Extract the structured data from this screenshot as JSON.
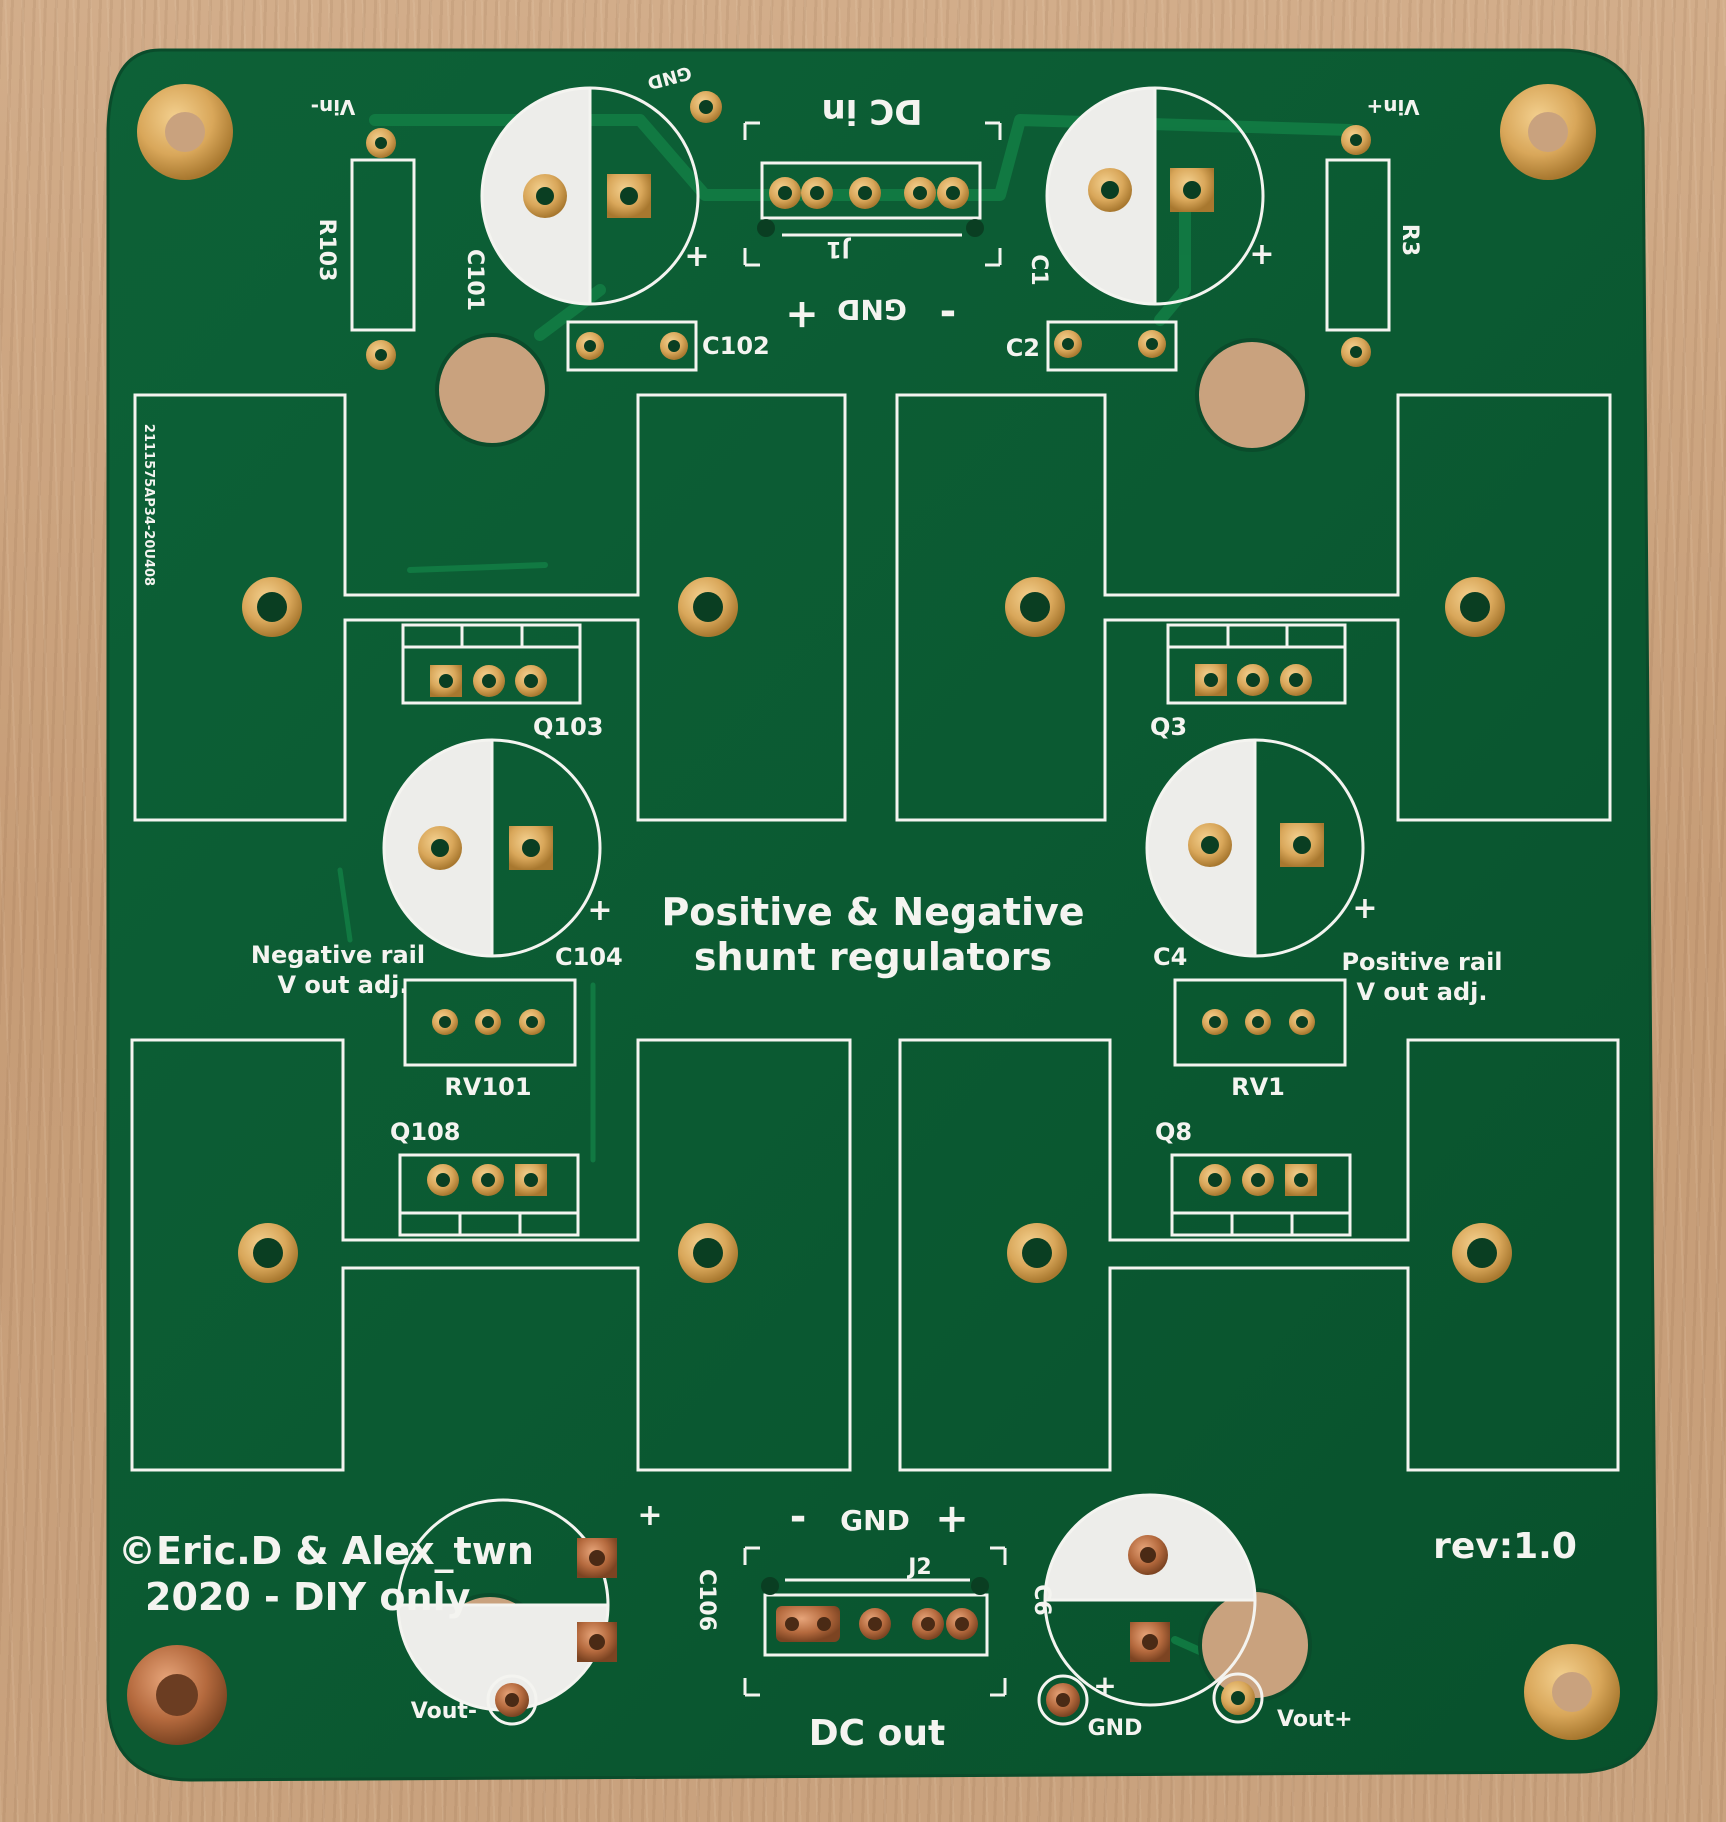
{
  "colors": {
    "board": "#0b5a32",
    "board_dark": "#074728",
    "trace": "#117a42",
    "silk": "#f4f4f0",
    "pad_gold": "#d9a75a",
    "pad_copper": "#b56a3e",
    "hole": "#c9a27e"
  },
  "board": {
    "title_line1": "Positive & Negative",
    "title_line2": "shunt regulators",
    "copyright_line1": "©Eric.D & Alex_twn",
    "copyright_line2": "2020 - DIY only",
    "revision": "rev:1.0",
    "order_code": "2111575AP34-20U408"
  },
  "top_connector": {
    "title": "DC in",
    "ref": "J1",
    "minus": "-",
    "gnd": "GND",
    "plus": "+",
    "gnd_pad_label": "GND"
  },
  "bottom_connector": {
    "title": "DC out",
    "ref": "J2",
    "minus": "-",
    "gnd": "GND",
    "plus": "+",
    "gnd_pad_label": "GND"
  },
  "labels": {
    "vin_minus": "Vin-",
    "vin_plus": "Vin+",
    "vout_minus": "Vout-",
    "vout_plus": "Vout+",
    "neg_adj_line1": "Negative rail",
    "neg_adj_line2": "V out adj.",
    "pos_adj_line1": "Positive rail",
    "pos_adj_line2": "V out adj."
  },
  "components": {
    "r103": "R103",
    "r3": "R3",
    "c101": "C101",
    "c1": "C1",
    "c102": "C102",
    "c2": "C2",
    "q103": "Q103",
    "q3": "Q3",
    "c104": "C104",
    "c4": "C4",
    "rv101": "RV101",
    "rv1": "RV1",
    "q108": "Q108",
    "q8": "Q8",
    "c106": "C106",
    "c6": "C6",
    "cap_plus": "+"
  }
}
